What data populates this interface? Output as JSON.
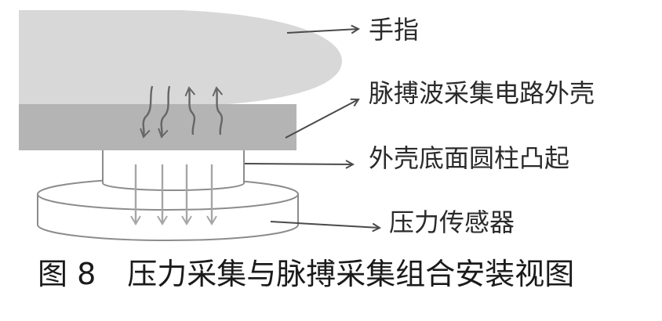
{
  "labels": {
    "finger": "手指",
    "pulse_shell": "脉搏波采集电路外壳",
    "shell_bump": "外壳底面圆柱凸起",
    "pressure_sensor": "压力传感器"
  },
  "caption": {
    "figure_number": "图 8",
    "title": "压力采集与脉搏采集组合安装视图"
  },
  "colors": {
    "finger_fill": "#d8d8d8",
    "shell_fill": "#b4b4b4",
    "component_outline": "#8c8c8c",
    "flow_arrow": "#666666",
    "pressure_arrow": "#a6a6a6",
    "leader_line": "#4a4a4a",
    "text": "#2a2a2a"
  }
}
